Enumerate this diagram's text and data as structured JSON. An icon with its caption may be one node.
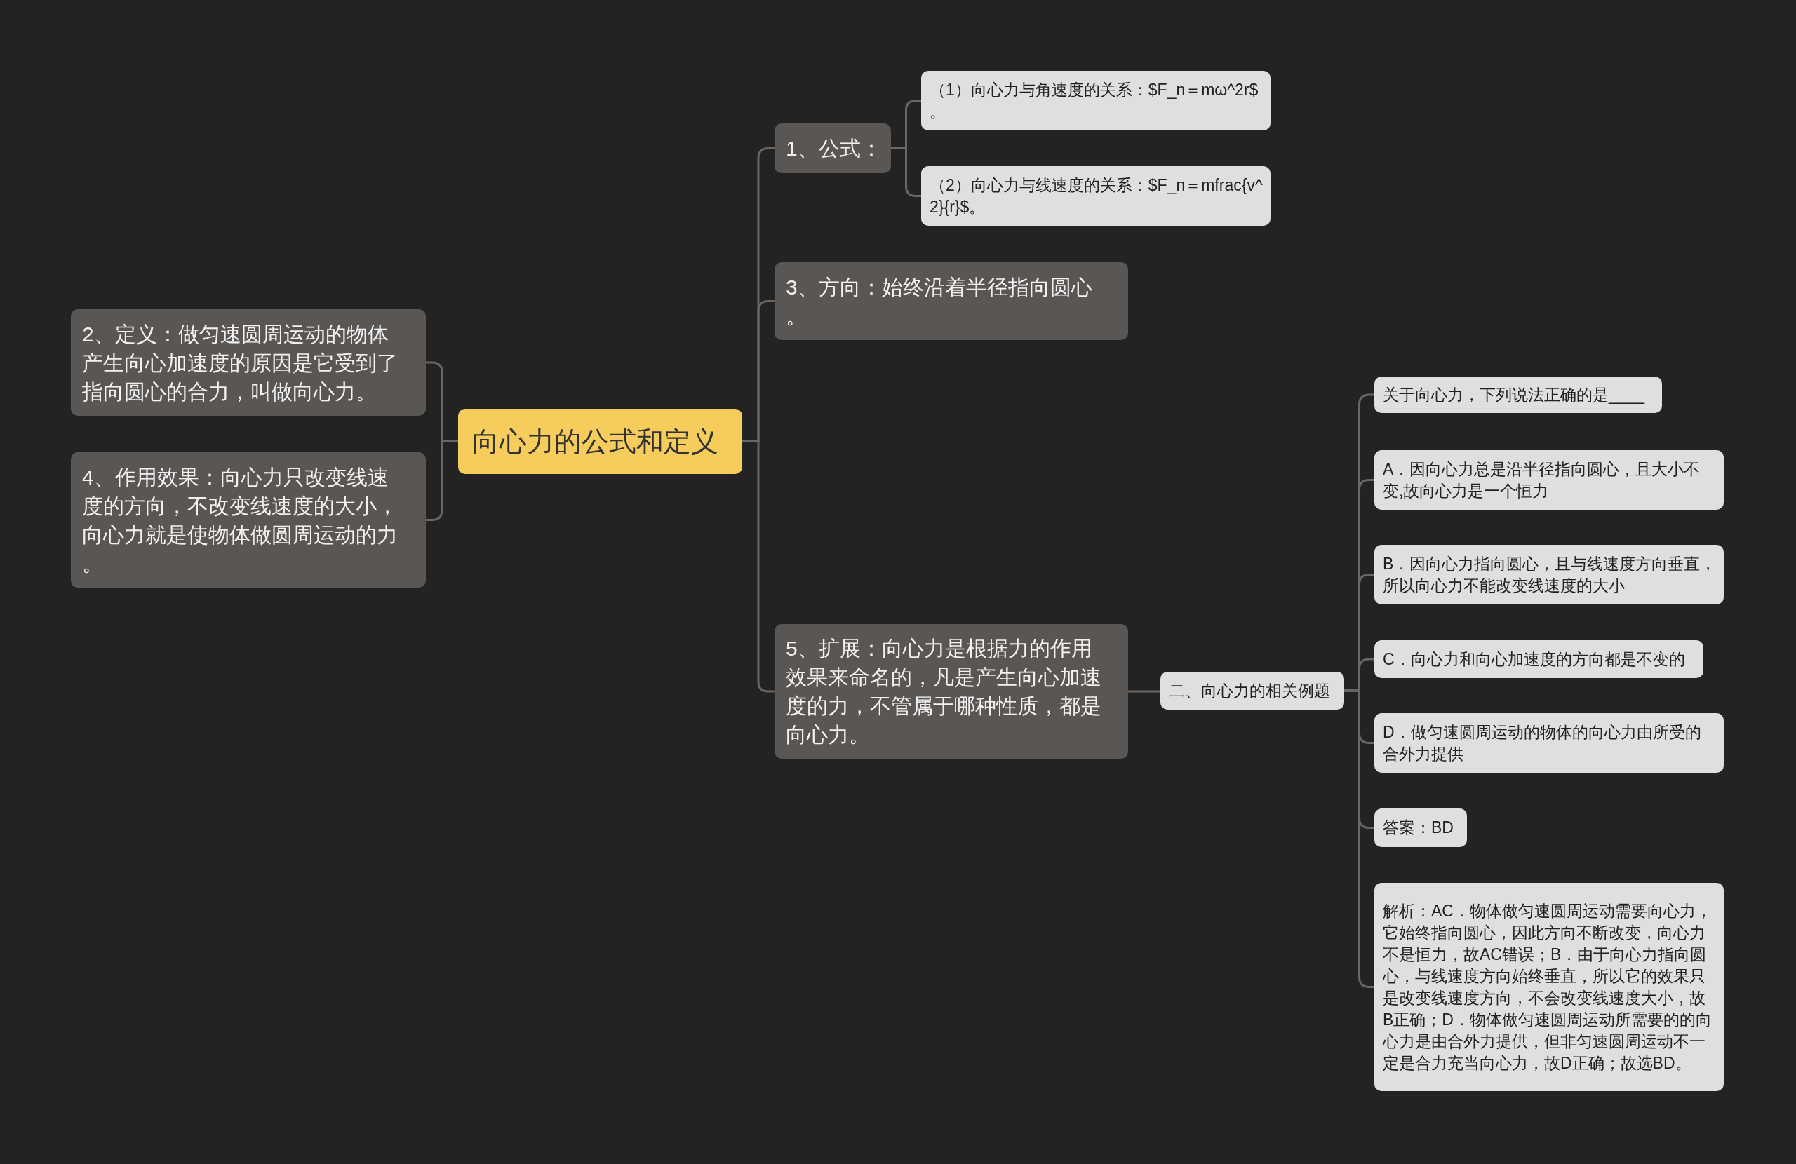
{
  "diagram": {
    "nodes": [
      {
        "text": [
          "向心力的公式和定义"
        ]
      },
      {
        "text": [
          "2、定义：做匀速圆周运动的物体产生向心加速度的原因是它受到了指向圆心的合力，叫做向心力。"
        ]
      },
      {
        "text": [
          "4、作用效果：向心力只改变线速度的方向，不改变线速度的大小，向心力就是使物体做圆周运动的力。"
        ]
      },
      {
        "text": [
          "1、公式："
        ]
      },
      {
        "text": [
          "（1）向心力与角速度的关系：$F_n＝mω^2r$。"
        ]
      },
      {
        "text": [
          "（2）向心力与线速度的关系：$F_n＝mfrac{v^2}{r}$。"
        ]
      },
      {
        "text": [
          "3、方向：始终沿着半径指向圆心。"
        ]
      },
      {
        "text": [
          "5、扩展：向心力是根据力的作用效果来命名的，凡是产生向心加速度的力，不管属于哪种性质，都是向心力。"
        ]
      },
      {
        "text": [
          "二、向心力的相关例题"
        ]
      },
      {
        "text": [
          "关于向心力，下列说法正确的是____"
        ]
      },
      {
        "text": [
          "A．因向心力总是沿半径指向圆心，且大小不变,故向心力是一个恒力"
        ]
      },
      {
        "text": [
          "B．因向心力指向圆心，且与线速度方向垂直，所以向心力不能改变线速度的大小"
        ]
      },
      {
        "text": [
          "C．向心力和向心加速度的方向都是不变的"
        ]
      },
      {
        "text": [
          "D．做匀速圆周运动的物体的向心力由所受的合外力提供"
        ]
      },
      {
        "text": [
          "答案：BD"
        ]
      },
      {
        "text": [
          "解析：AC．物体做匀速圆周运动需要向心力，它始终指向圆心，因此方向不断改变，向心力不是恒力，故AC错误；B．由于向心力指向圆心，与线速度方向始终垂直，所以它的效果只是改变线速度方向，不会改变线速度大小，故B正确；D．物体做匀速圆周运动所需要的的向心力是由合外力提供，但非匀速圆周运动不一定是合力充当向心力，故D正确；故选BD。"
        ]
      }
    ],
    "edges": [
      {
        "from": 0,
        "to": 1,
        "arrow": "none"
      },
      {
        "from": 0,
        "to": 2,
        "arrow": "none"
      },
      {
        "from": 0,
        "to": 3,
        "arrow": "none"
      },
      {
        "from": 3,
        "to": 4,
        "arrow": "none"
      },
      {
        "from": 3,
        "to": 5,
        "arrow": "none"
      },
      {
        "from": 0,
        "to": 6,
        "arrow": "none"
      },
      {
        "from": 0,
        "to": 7,
        "arrow": "none"
      },
      {
        "from": 7,
        "to": 8,
        "arrow": "none"
      },
      {
        "from": 8,
        "to": 9,
        "arrow": "none"
      },
      {
        "from": 8,
        "to": 10,
        "arrow": "none"
      },
      {
        "from": 8,
        "to": 11,
        "arrow": "none"
      },
      {
        "from": 8,
        "to": 12,
        "arrow": "none"
      },
      {
        "from": 8,
        "to": 13,
        "arrow": "none"
      },
      {
        "from": 8,
        "to": 14,
        "arrow": "none"
      },
      {
        "from": 8,
        "to": 15,
        "arrow": "none"
      }
    ]
  }
}
